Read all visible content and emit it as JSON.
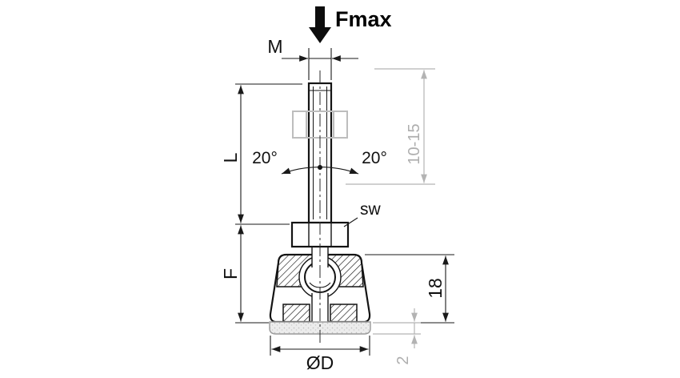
{
  "labels": {
    "force": "Fmax",
    "thread": "M",
    "stud_length": "L",
    "lower_height": "F",
    "tilt_left": "20°",
    "tilt_right": "20°",
    "wrench": "sw",
    "adjust_range": "10-15",
    "base_height": "18",
    "base_diameter": "ØD",
    "pad_thickness": "2"
  },
  "colors": {
    "part_line": "#141414",
    "dimension_line": "#1a1a1a",
    "ghost_gray": "#bdbdbd",
    "pad_fill": "#ececec",
    "background": "#ffffff"
  }
}
